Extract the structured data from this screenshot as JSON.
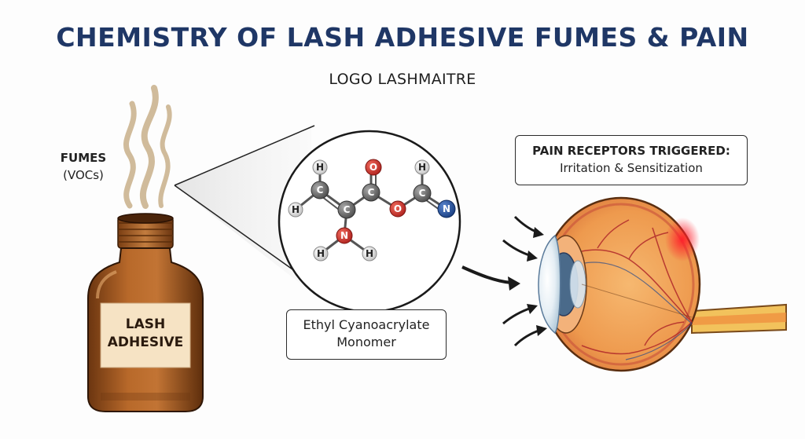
{
  "title": "CHEMISTRY OF LASH ADHESIVE FUMES & PAIN",
  "subtitle": "LOGO LASHMAITRE",
  "fumes_label": {
    "line1": "FUMES",
    "line2": "(VOCs)"
  },
  "bottle_label": {
    "line1": "LASH",
    "line2": "ADHESIVE"
  },
  "molecule": {
    "name_line1": "Ethyl Cyanoacrylate",
    "name_line2": "Monomer",
    "atoms": {
      "h1": "H",
      "h2": "H",
      "c1": "C",
      "c2": "C",
      "o_top": "O",
      "o_mid": "O",
      "h_top": "H",
      "c3": "C",
      "n_right": "N",
      "n_amine": "N",
      "h_n1": "H",
      "h_n2": "H"
    }
  },
  "pain_box": {
    "heading": "PAIN RECEPTORS TRIGGERED:",
    "subtext": "Irritation & Sensitization"
  },
  "colors": {
    "title": "#1f3766",
    "carbon": "#6d6d6d",
    "oxygen": "#c8302e",
    "nitrogen": "#1f4f9c",
    "hydrogen": "#d9d9d9",
    "amber_bottle": "#a85c1f",
    "eye_sclera": "#f0a15a",
    "pain_hotspot": "#e8202a"
  }
}
